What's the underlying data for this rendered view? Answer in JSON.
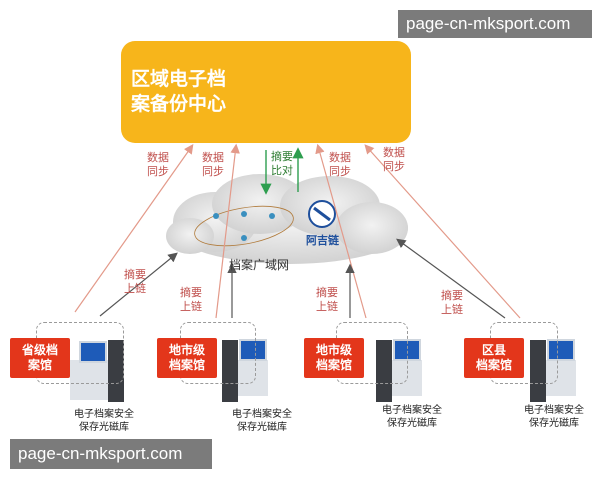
{
  "watermark": {
    "top": "page-cn-mksport.com",
    "bottom": "page-cn-mksport.com"
  },
  "center": {
    "title_line1": "区域电子档",
    "title_line2": "案备份中心"
  },
  "network": {
    "label": "档案广域网",
    "chain_label": "阿吉链"
  },
  "edges": {
    "sync_line1": "数据",
    "sync_line2": "同步",
    "digest_line1": "摘要",
    "digest_line2": "比对",
    "chain_line1": "摘要",
    "chain_line2": "上链"
  },
  "archives": [
    {
      "line1": "省级档",
      "line2": "案馆",
      "storage1": "电子档案安全",
      "storage2": "保存光磁库"
    },
    {
      "line1": "地市级",
      "line2": "档案馆",
      "storage1": "电子档案安全",
      "storage2": "保存光磁库"
    },
    {
      "line1": "地市级",
      "line2": "档案馆",
      "storage1": "电子档案安全",
      "storage2": "保存光磁库"
    },
    {
      "line1": "区县",
      "line2": "档案馆",
      "storage1": "电子档案安全",
      "storage2": "保存光磁库"
    }
  ],
  "colors": {
    "center_bg": "#f7b51b",
    "archive_bg": "#e3361b",
    "sync_arrow": "#e39a8a",
    "digest_arrow": "#2e9e4f",
    "chain_arrow": "#555555"
  }
}
